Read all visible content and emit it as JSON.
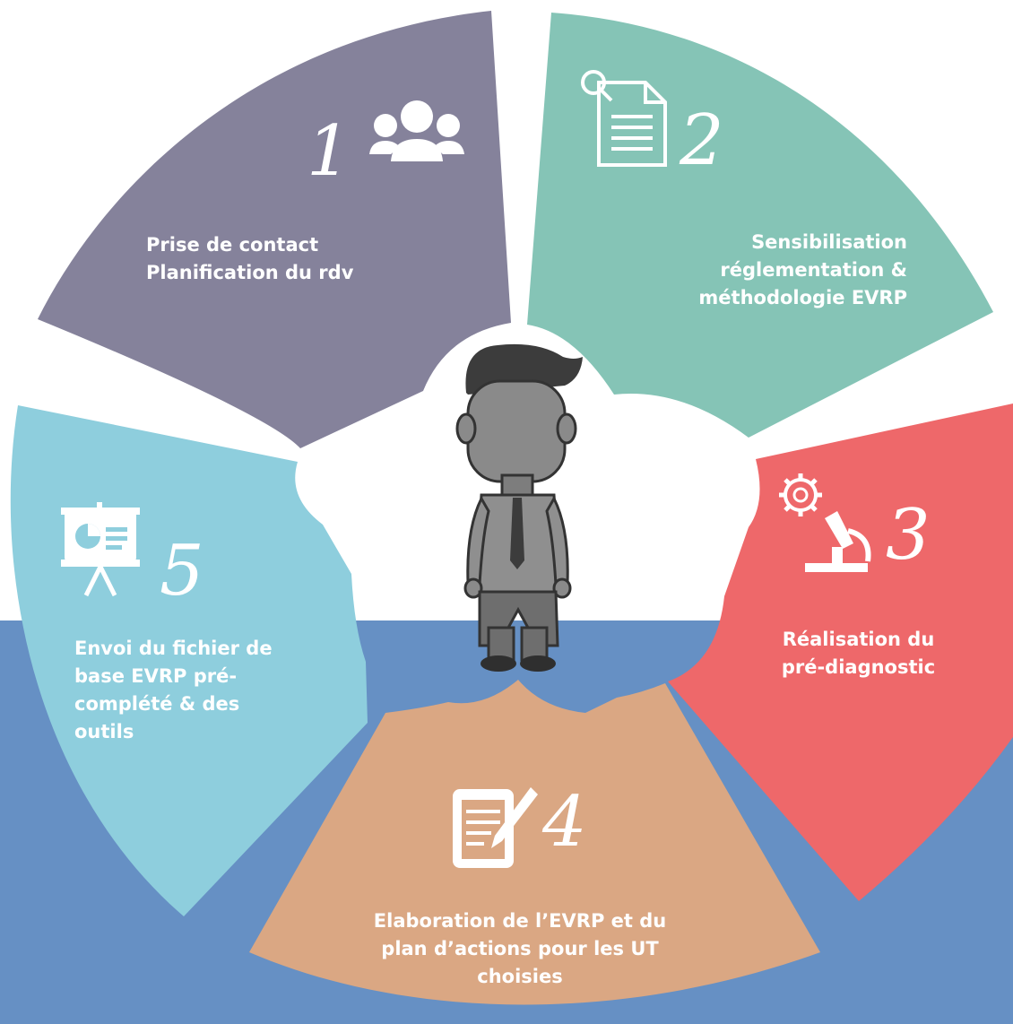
{
  "colors": {
    "background": "#ffffff",
    "band": "#6690c4",
    "step1": "#85829b",
    "step2": "#85c4b6",
    "step3": "#ee686a",
    "step4": "#daa783",
    "step5": "#8ecedd",
    "person_body": "#8a8a8a",
    "person_dark": "#3c3c3c"
  },
  "steps": [
    {
      "number": "1",
      "label": "Prise de contact\nPlanification du rdv",
      "icon": "people-group-icon"
    },
    {
      "number": "2",
      "label": "Sensibilisation\nréglementation &\nméthodologie EVRP",
      "icon": "document-search-icon"
    },
    {
      "number": "3",
      "label": "Réalisation du\npré-diagnostic",
      "icon": "gear-microscope-icon"
    },
    {
      "number": "4",
      "label": "Elaboration de l’EVRP et du\nplan d’actions pour les UT\nchoisies",
      "icon": "edit-document-icon"
    },
    {
      "number": "5",
      "label": "Envoi du fichier de\nbase EVRP pré-\ncomplété & des\noutils",
      "icon": "presentation-board-icon"
    }
  ],
  "center": {
    "figure": "sketched-businessman-icon"
  }
}
